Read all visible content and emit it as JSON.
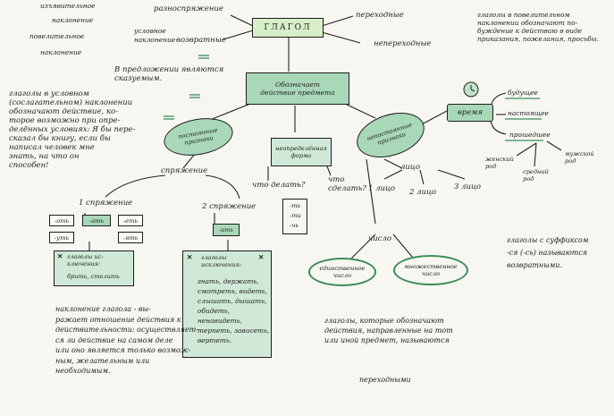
{
  "title": "ГЛАГОЛ",
  "top_left": {
    "n1": "изъявительное",
    "n2": "наклонение",
    "n3": "повелительное",
    "n4": "наклонение",
    "n5": "условное",
    "n6": "наклонение",
    "kinds": "разносп",
    "kinds_tail": "ряжение",
    "refl": "возвратные"
  },
  "top_right": {
    "trans": "переходные",
    "intrans": "непереходные",
    "meaning_note": "глаголы в повелительном\nнаклонении обозначают по-\nбуждение к действию в виде\nприказания, пожелания, просьбы."
  },
  "center": {
    "sentence": "В предложении являются\nсказуемым.",
    "action_box": "Обозначает\nдействие предмета"
  },
  "left_note": "глаголы в условном\n(сослагательном) наклонении\nобозначают действие, ко-\nторое возможно при опре-\nделённых условиях: Я бы пере-\nсказал бы книгу, если бы\nнаписал человек мне\nзнать, на что он\nспособен!",
  "fixed": "постоянные\nпризнаки",
  "conj": {
    "label": "спряжение",
    "first": "1 спряжение",
    "second": "2 спряжение",
    "e1": [
      "-оть",
      "-ать",
      "-еть",
      "-уть",
      "-ять"
    ],
    "e2": "-ить",
    "exc1_title": "глаголы ис-\nключения:",
    "exc1": "брить, стелить",
    "exc2_title": "глаголы\nисключения:",
    "exc2": "гнать, держать,\nсмотреть, видеть,\nслышать, дышать,\nобидеть, ненавидеть,\nтерпеть, зависеть,\nвертеть."
  },
  "infinitive": {
    "box": "неопределённая\nформа",
    "q1": "что делать?",
    "q2": "что\nсделать?",
    "suffixes": [
      "-ть",
      "-ти",
      "-чь"
    ]
  },
  "variable": {
    "box": "непостоянные\nпризнаки",
    "face": "лицо",
    "persons": [
      "1 лицо",
      "2 лицо",
      "3 лицо"
    ],
    "number": "число",
    "singular": "единственное\nчисло",
    "plural": "множественное\nчисло"
  },
  "time": {
    "label": "время",
    "future": "будущее",
    "present": "настоящее",
    "past": "прошедшее",
    "fem": "женский\nрод",
    "neut": "средний\nрод",
    "masc": "мужской\nрод"
  },
  "mood_note": "наклонение глагола - вы-\nражает отношение действия к\nдействительности: осуществляет-\nся ли действие на самом деле\nили оно является только возмож-\nным, желательным или необходимым.",
  "trans_note": "глаголы, которые обозначают\nдействия, направленные на тот\nили иной предмет, называются",
  "trans_word": "переходными",
  "refl_note": "глаголы с суффиксом\n-ся (-сь) называются\nвозвратными."
}
